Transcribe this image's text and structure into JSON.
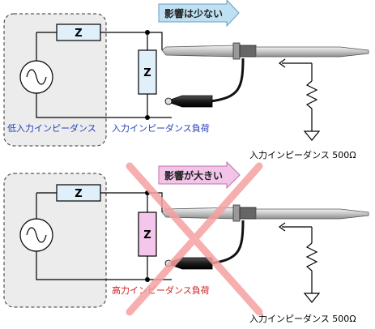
{
  "top_panel": {
    "z_series": "Z",
    "z_load": "Z",
    "source_label": "低入力インピーダンス",
    "load_label": "入力インピーダンス負荷",
    "arrow_label": "影響は少ない",
    "probe_label": "入力インピーダンス  500Ω"
  },
  "bottom_panel": {
    "z_series": "Z",
    "z_load": "Z",
    "load_label": "高力インピーダンス負荷",
    "arrow_label": "影響が大きい",
    "probe_label": "入力インピーダンス  500Ω"
  },
  "colors": {
    "source_label": "#1f3fbf",
    "load_label_top": "#1f3fbf",
    "load_label_bottom": "#cc1f1f",
    "arrow_top": "#bfe0f2",
    "arrow_bottom": "#f2c4e8",
    "z_series_fill": "#dff0fa",
    "z_load_top_fill": "#dff0fa",
    "z_load_bottom_fill": "#f4c6ec",
    "cross": "#f5a0a0",
    "panel_bg": "#ececec"
  }
}
